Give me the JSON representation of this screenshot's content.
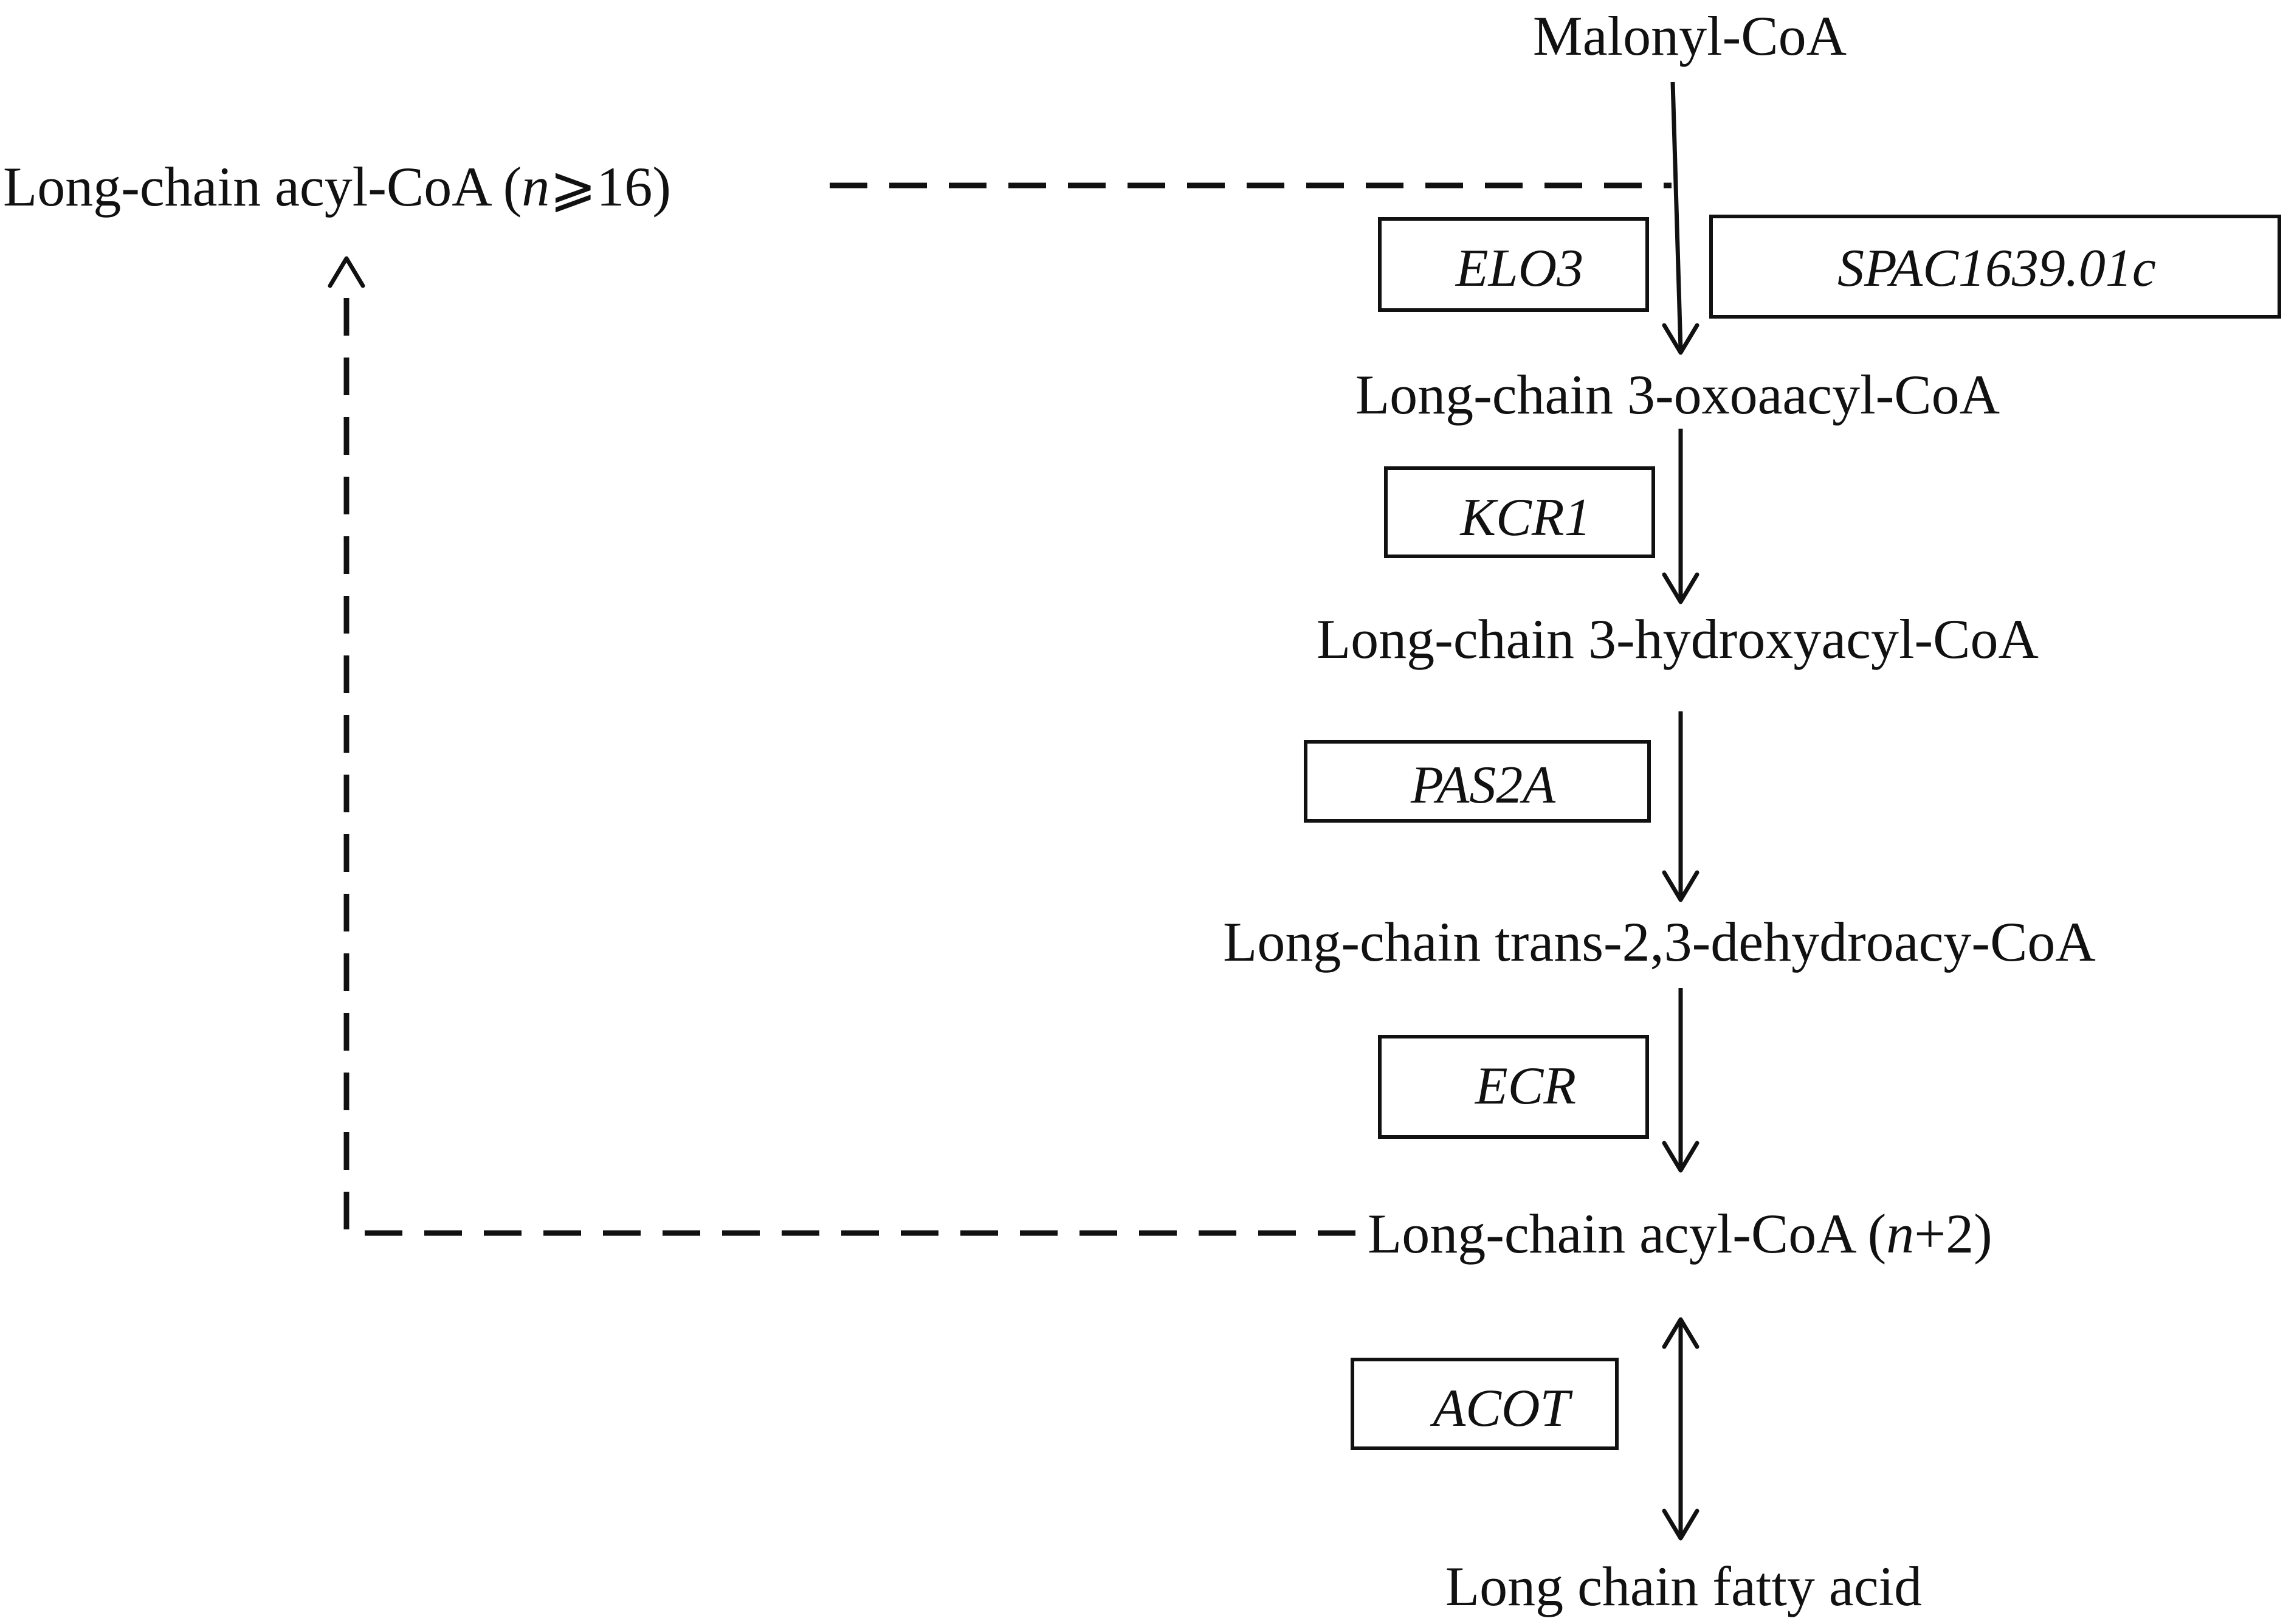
{
  "compounds": {
    "malonyl_coa": "Malonyl-CoA",
    "long_acyl_ge16_pre": "Long-chain acyl-CoA (",
    "long_acyl_ge16_var": "n",
    "long_acyl_ge16_post": "⩾16)",
    "oxoacyl": "Long-chain 3-oxoaacyl-CoA",
    "hydroxyacyl": "Long-chain 3-hydroxyacyl-CoA",
    "dehydroacyl": "Long-chain trans-2,3-dehydroacy-CoA",
    "acyl_n2_pre": "Long-chain acyl-CoA (",
    "acyl_n2_var": "n",
    "acyl_n2_post": "+2)",
    "fatty_acid": "Long chain fatty acid"
  },
  "enzymes": {
    "elo3": "ELO3",
    "spac": "SPAC1639.01c",
    "kcr1": "KCR1",
    "pas2a": "PAS2A",
    "ecr": "ECR",
    "acot": "ACOT"
  }
}
